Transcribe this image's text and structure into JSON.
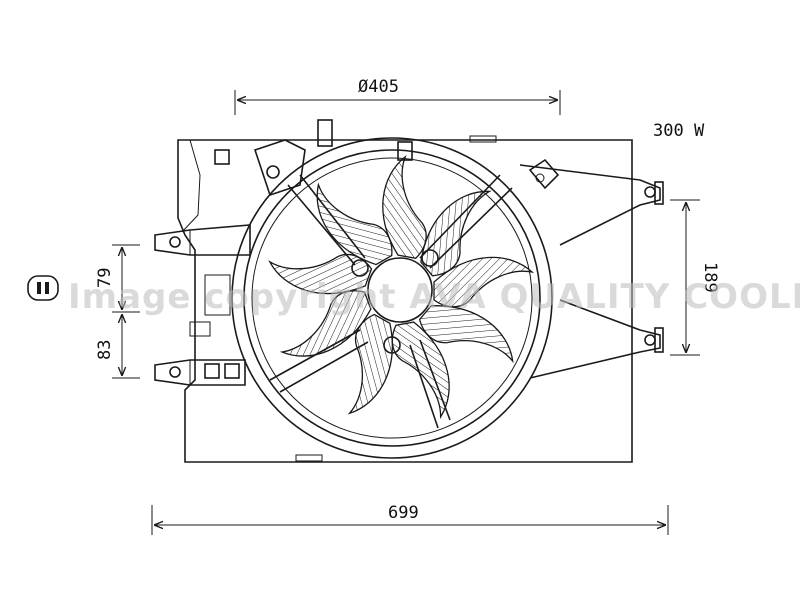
{
  "dimensions": {
    "fan_diameter": "Ø405",
    "width": "699",
    "height_right": "189",
    "upper_left": "79",
    "lower_left": "83"
  },
  "power": "300 W",
  "watermark": "Image copyright AVA QUALITY COOLING B.V.",
  "icons": [
    "connector-icon"
  ]
}
